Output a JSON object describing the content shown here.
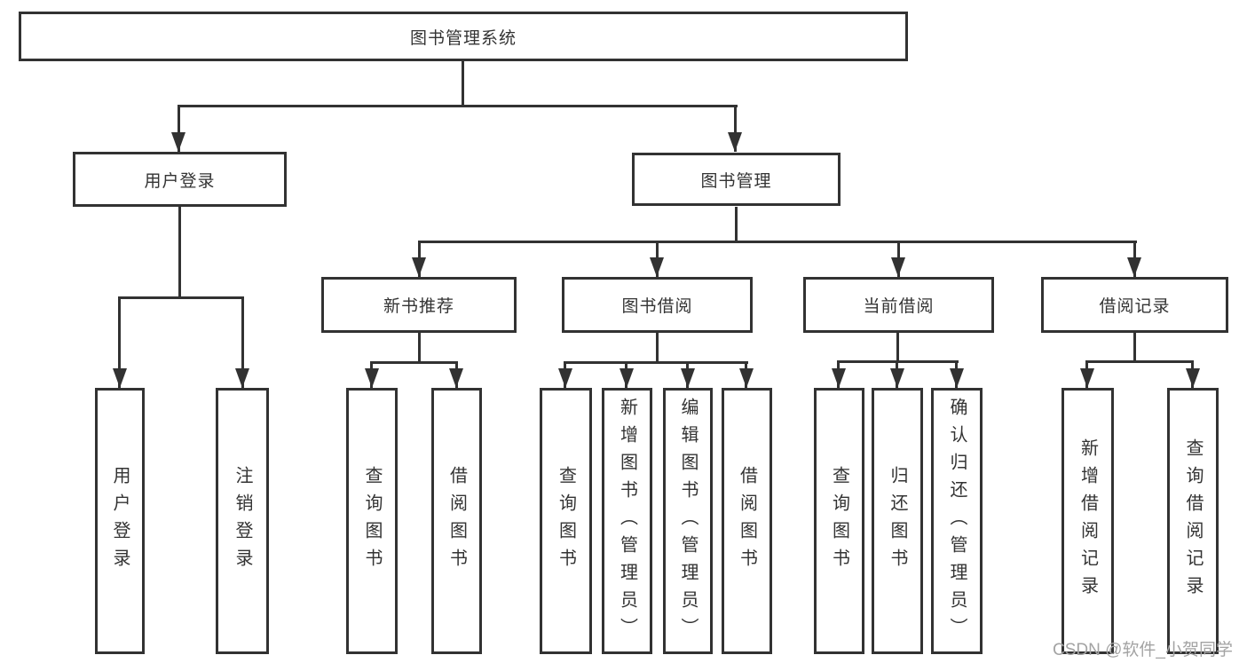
{
  "tree": {
    "label": "图书管理系统",
    "children": [
      {
        "label": "用户登录",
        "children": [
          {
            "label": "用户登录"
          },
          {
            "label": "注销登录"
          }
        ]
      },
      {
        "label": "图书管理",
        "children": [
          {
            "label": "新书推荐",
            "children": [
              {
                "label": "查询图书"
              },
              {
                "label": "借阅图书"
              }
            ]
          },
          {
            "label": "图书借阅",
            "children": [
              {
                "label": "查询图书"
              },
              {
                "label": "新增图书（管理员）"
              },
              {
                "label": "编辑图书（管理员）"
              },
              {
                "label": "借阅图书"
              }
            ]
          },
          {
            "label": "当前借阅",
            "children": [
              {
                "label": "查询图书"
              },
              {
                "label": "归还图书"
              },
              {
                "label": "确认归还（管理员）"
              }
            ]
          },
          {
            "label": "借阅记录",
            "children": [
              {
                "label": "新增借阅记录"
              },
              {
                "label": "查询借阅记录"
              }
            ]
          }
        ]
      }
    ]
  },
  "watermark": "CSDN @软件_小贺同学",
  "colors": {
    "line": "#323232",
    "text": "#333333",
    "watermark": "#a3a3a3",
    "background": "#ffffff"
  }
}
